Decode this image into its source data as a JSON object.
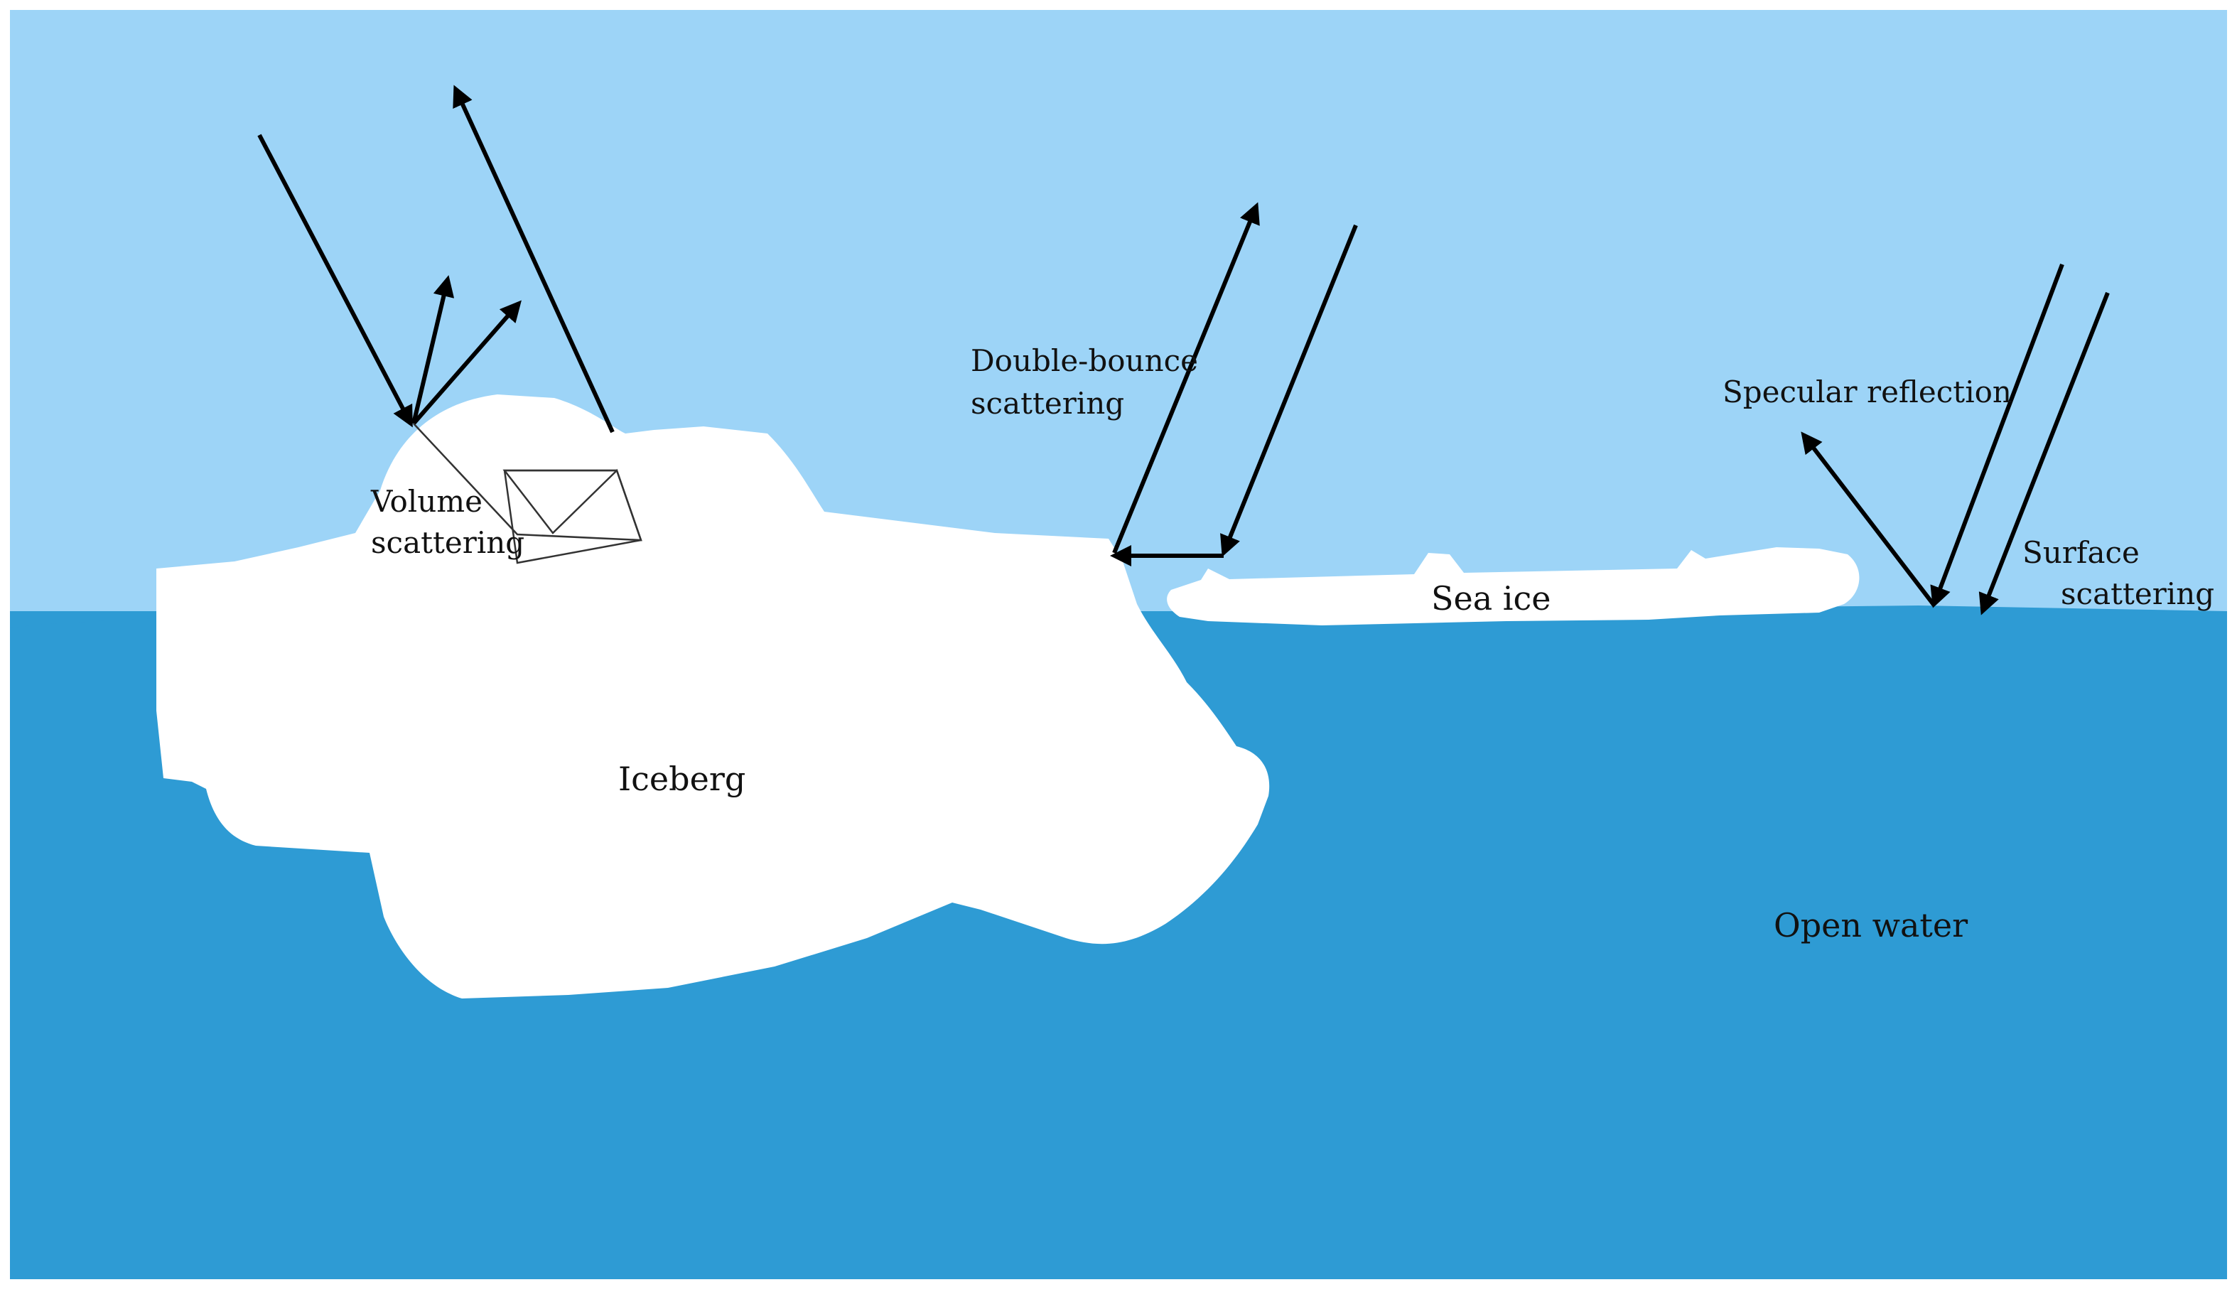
{
  "labels": {
    "double_bounce_line1": "Double-bounce",
    "double_bounce_line2": "scattering",
    "specular": "Specular reflection",
    "surface_line1": "Surface",
    "surface_line2": "scattering",
    "volume_line1": "Volume",
    "volume_line2": "scattering",
    "sea_ice": "Sea ice",
    "iceberg": "Iceberg",
    "open_water": "Open water"
  },
  "colors": {
    "sky": "#9dd4f7",
    "water": "#2e9bd4",
    "ice": "#ffffff",
    "arrow": "#000000"
  }
}
